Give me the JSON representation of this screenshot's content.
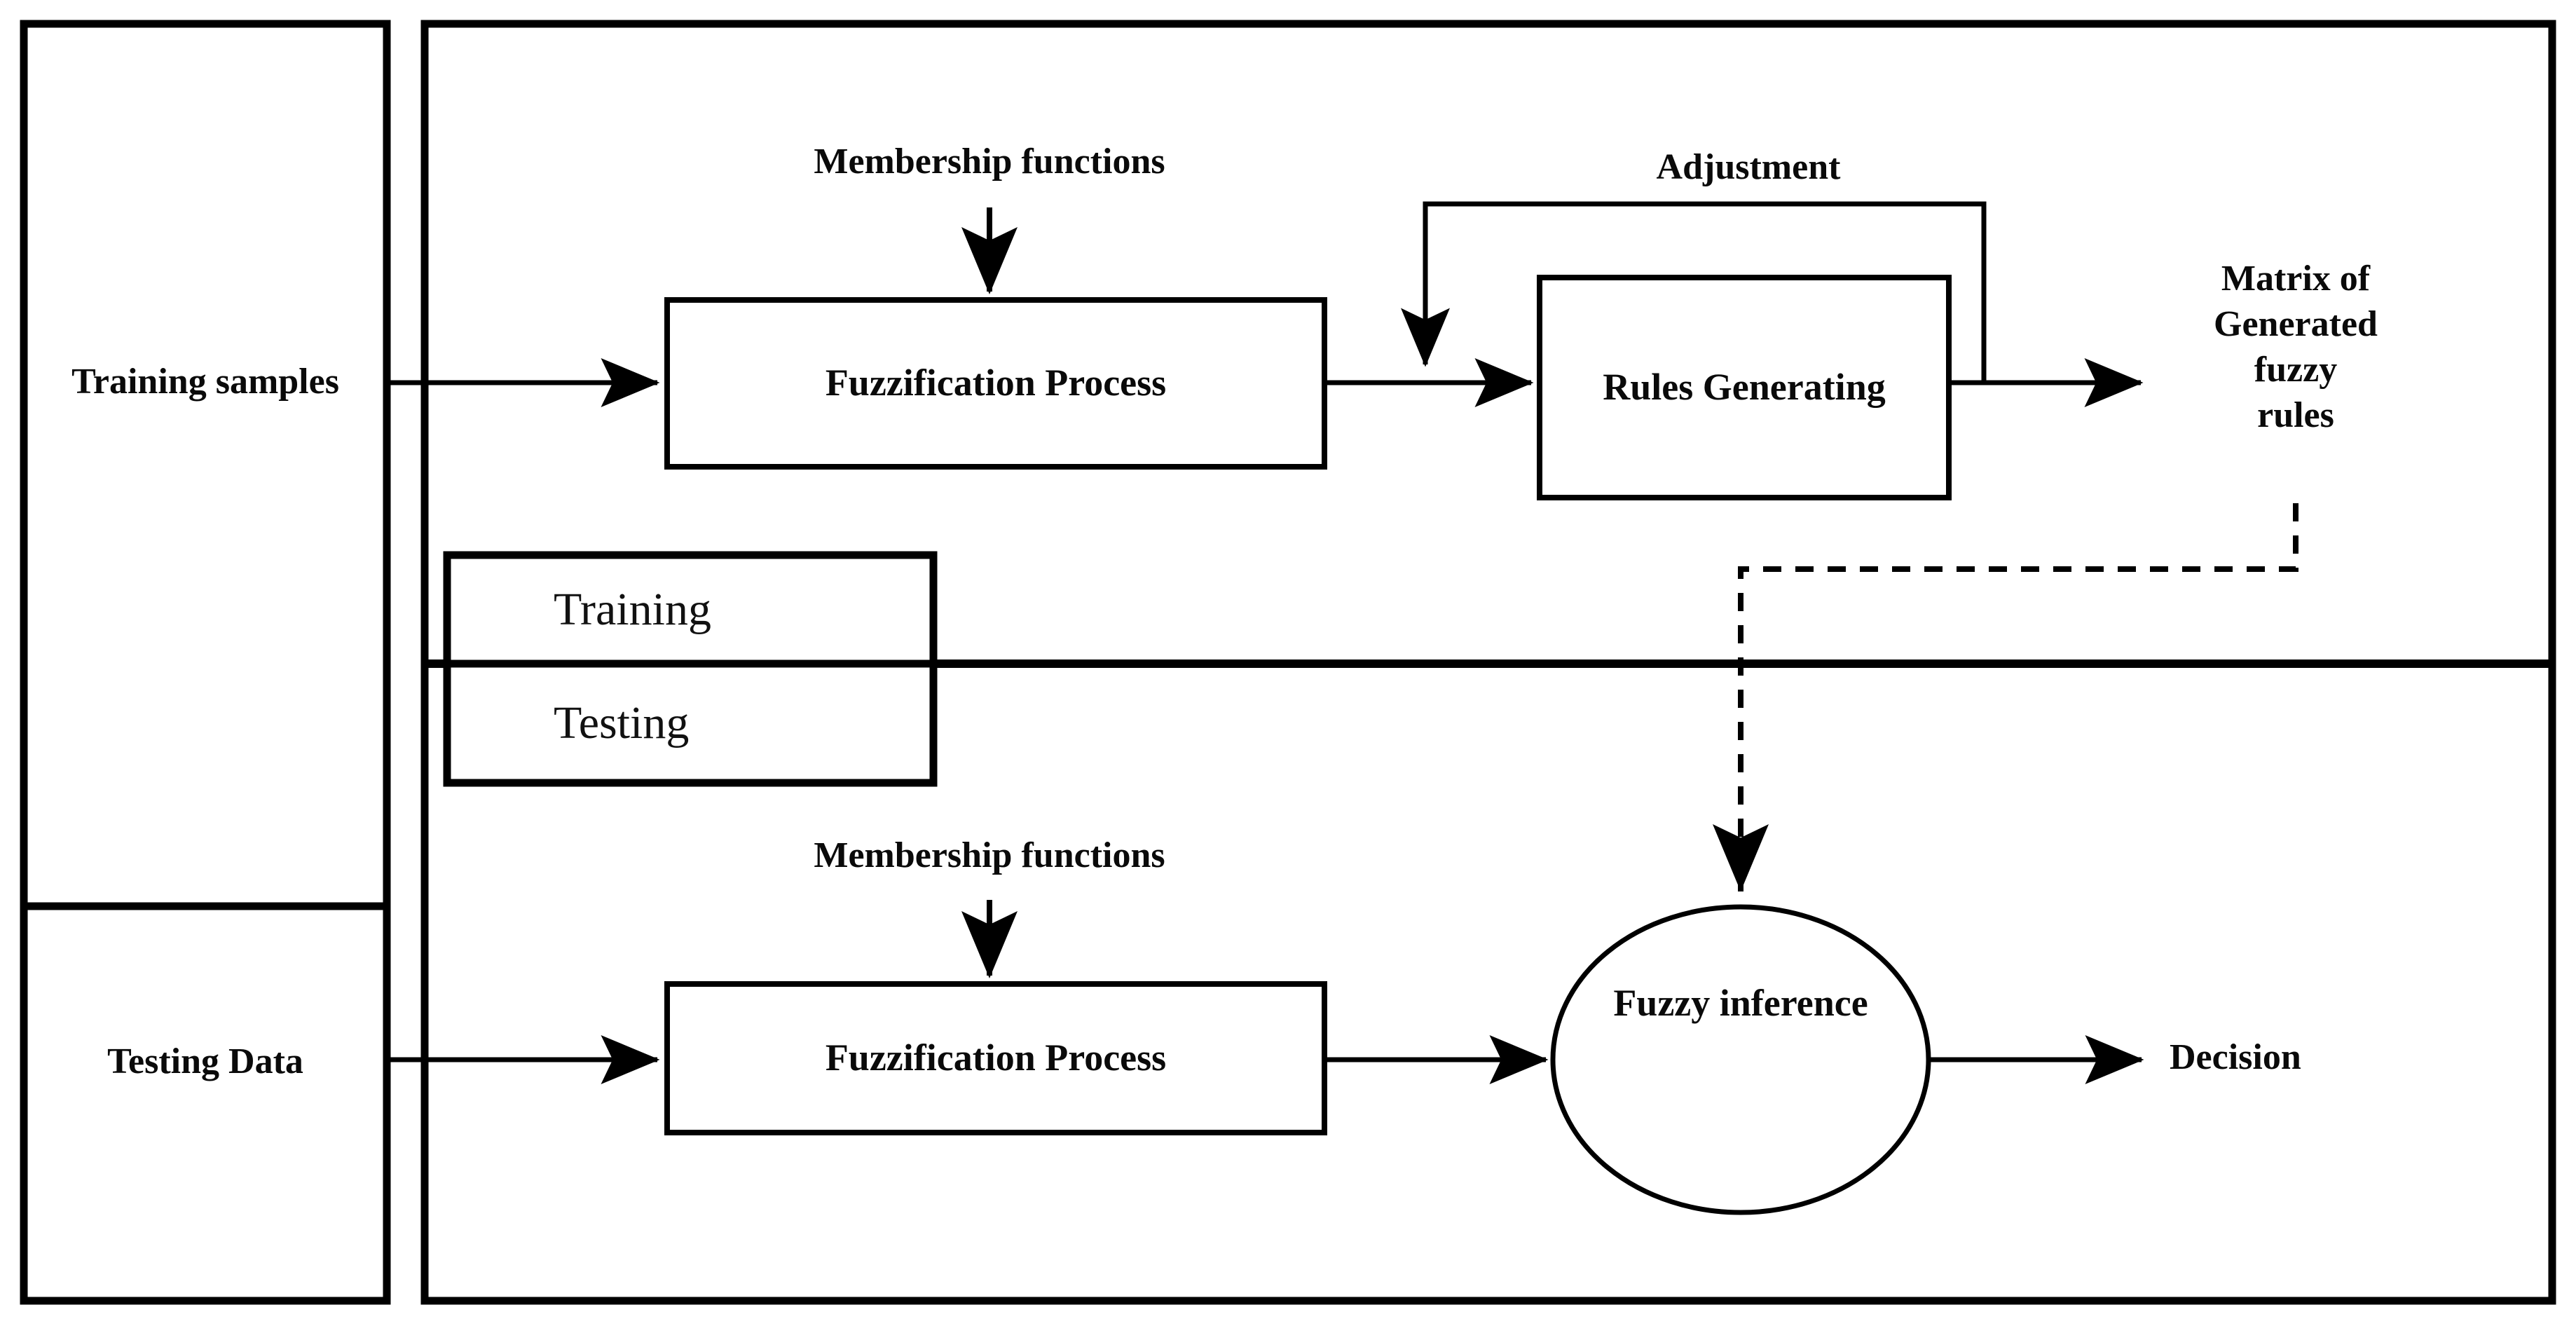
{
  "diagram": {
    "title": "Fuzzy rule generation and inference block diagram",
    "stroke_color": "#000000",
    "background_color": "#ffffff",
    "panels": {
      "data_panel": {
        "name": "data-source-panel",
        "sections": [
          {
            "label": "Training\nsamples"
          },
          {
            "label": "Testing\nData"
          }
        ]
      },
      "process_panel": {
        "name": "process-panel",
        "phase_labels": [
          {
            "label": "Training"
          },
          {
            "label": "Testing"
          }
        ]
      }
    },
    "training_flow": {
      "membership_label": "Membership functions",
      "fuzzification_box": "Fuzzification Process",
      "rules_box": "Rules\nGenerating",
      "adjustment_label": "Adjustment",
      "output_label": "Matrix of\nGenerated\nfuzzy\nrules"
    },
    "testing_flow": {
      "membership_label": "Membership functions",
      "fuzzification_box": "Fuzzification Process",
      "inference_node": "Fuzzy\ninference",
      "output_label": "Decision"
    },
    "connections": [
      {
        "from": "Training samples",
        "to": "Fuzzification Process (training)",
        "style": "solid-arrow"
      },
      {
        "from": "Membership functions",
        "to": "Fuzzification Process (training)",
        "style": "solid-arrow"
      },
      {
        "from": "Fuzzification Process (training)",
        "to": "Rules Generating",
        "style": "solid-arrow"
      },
      {
        "from": "Rules Generating",
        "to": "Matrix of Generated fuzzy rules",
        "style": "solid-arrow"
      },
      {
        "from": "Rules Generating",
        "to": "Rules Generating",
        "style": "solid-feedback-loop",
        "label": "Adjustment"
      },
      {
        "from": "Matrix of Generated fuzzy rules",
        "to": "Fuzzy inference",
        "style": "dashed-arrow"
      },
      {
        "from": "Testing Data",
        "to": "Fuzzification Process (testing)",
        "style": "solid-arrow"
      },
      {
        "from": "Membership functions",
        "to": "Fuzzification Process (testing)",
        "style": "solid-arrow"
      },
      {
        "from": "Fuzzification Process (testing)",
        "to": "Fuzzy inference",
        "style": "solid-arrow"
      },
      {
        "from": "Fuzzy inference",
        "to": "Decision",
        "style": "solid-arrow"
      }
    ]
  }
}
